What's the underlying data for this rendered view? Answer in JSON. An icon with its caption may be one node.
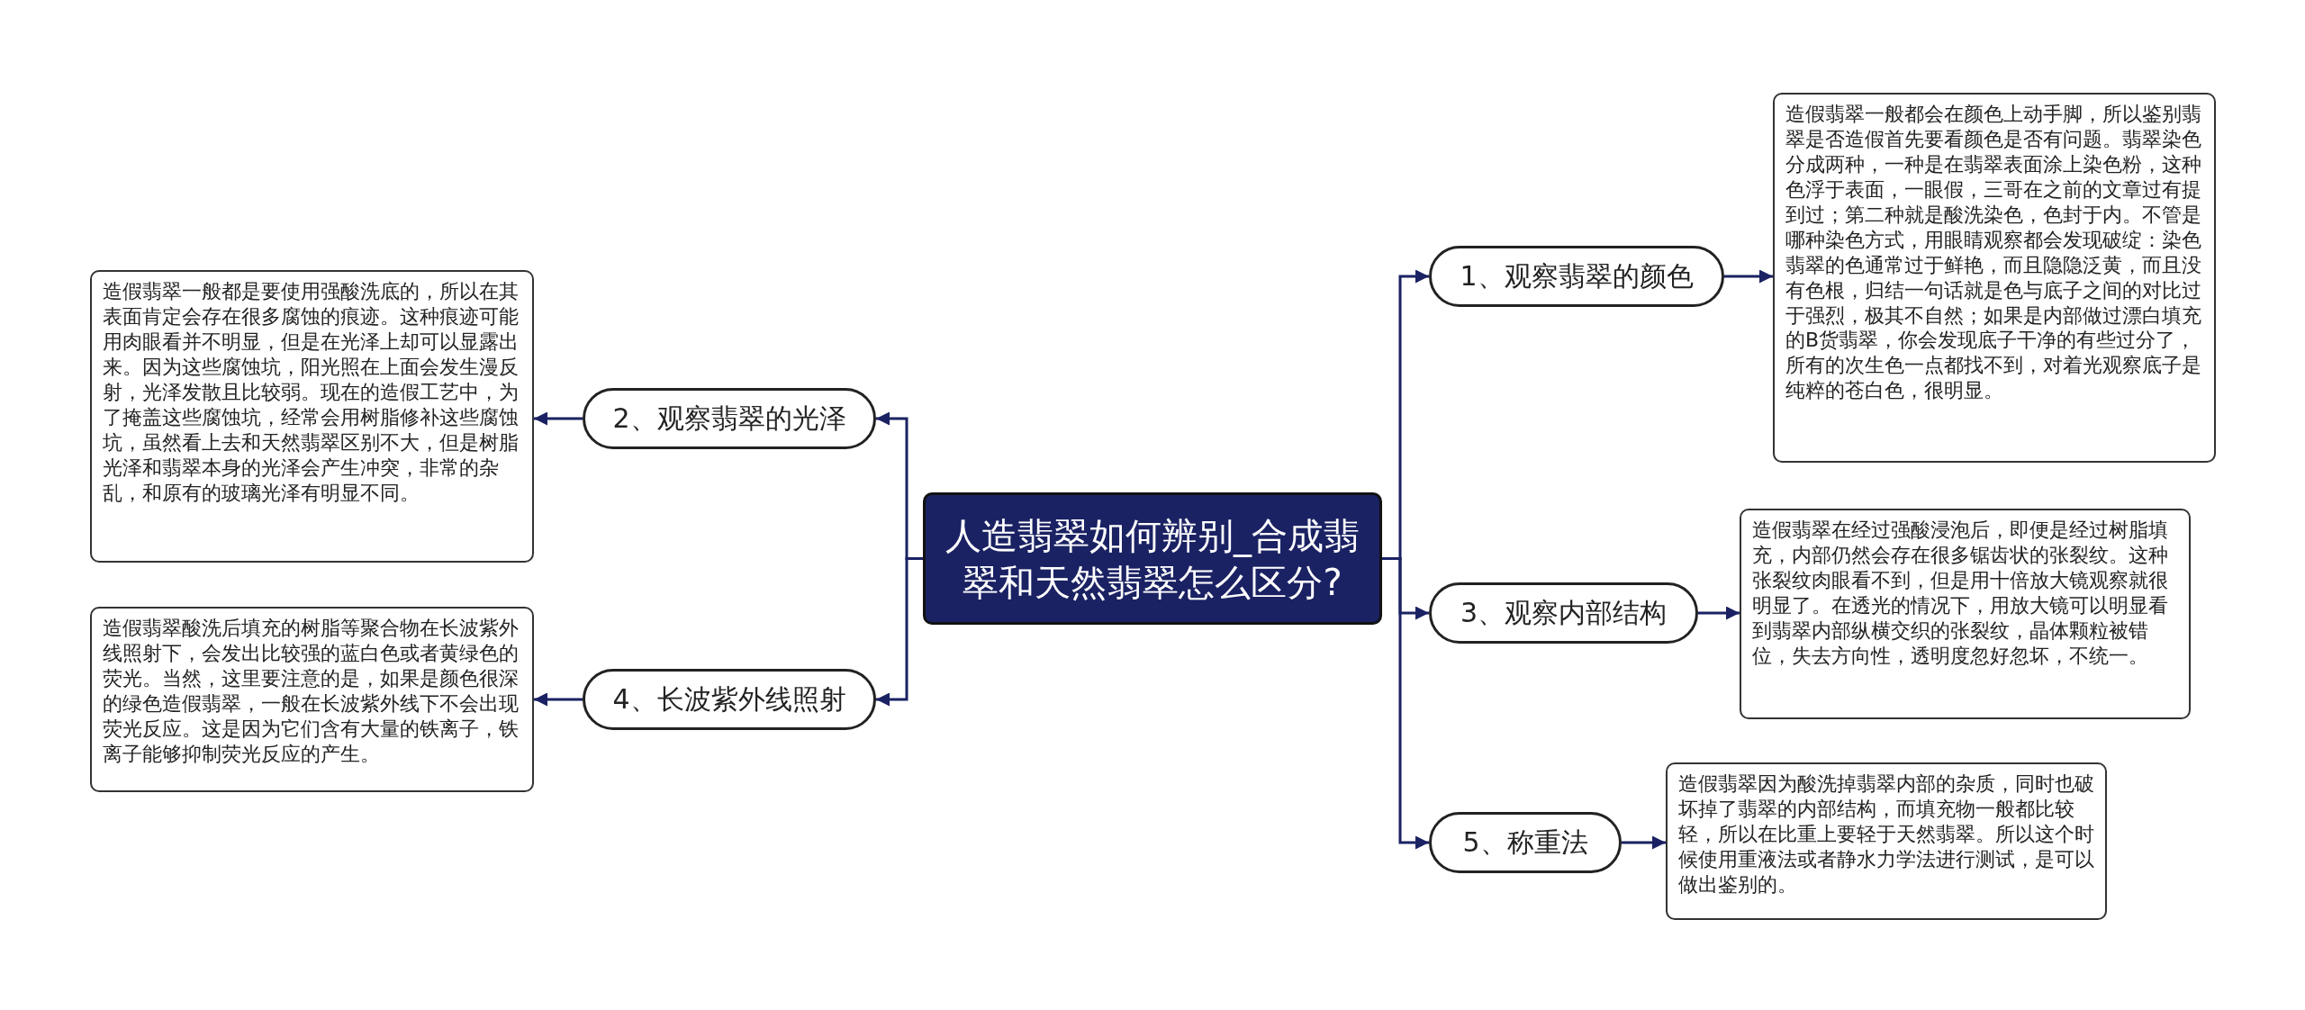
{
  "diagram": {
    "nodes": [
      {
        "text": [
          "人造翡翠如何辨别_合成翡翠和天然翡翠怎么区分?"
        ]
      },
      {
        "text": [
          "1、观察翡翠的颜色"
        ]
      },
      {
        "text": [
          "造假翡翠一般都会在颜色上动手脚，所以鉴别翡翠是否造假首先要看颜色是否有问题。翡翠染色分成两种，一种是在翡翠表面涂上染色粉，这种色浮于表面，一眼假，三哥在之前的文章过有提到过；第二种就是酸洗染色，色封于内。不管是哪种染色方式，用眼睛观察都会发现破绽：染色翡翠的色通常过于鲜艳，而且隐隐泛黄，而且没有色根，归结一句话就是色与底子之间的对比过于强烈，极其不自然；如果是内部做过漂白填充的B货翡翠，你会发现底子干净的有些过分了，所有的次生色一点都找不到，对着光观察底子是纯粹的苍白色，很明显。"
        ]
      },
      {
        "text": [
          "2、观察翡翠的光泽"
        ]
      },
      {
        "text": [
          "造假翡翠一般都是要使用强酸洗底的，所以在其表面肯定会存在很多腐蚀的痕迹。这种痕迹可能用肉眼看并不明显，但是在光泽上却可以显露出来。因为这些腐蚀坑，阳光照在上面会发生漫反射，光泽发散且比较弱。现在的造假工艺中，为了掩盖这些腐蚀坑，经常会用树脂修补这些腐蚀坑，虽然看上去和天然翡翠区别不大，但是树脂光泽和翡翠本身的光泽会产生冲突，非常的杂乱，和原有的玻璃光泽有明显不同。"
        ]
      },
      {
        "text": [
          "3、观察内部结构"
        ]
      },
      {
        "text": [
          "造假翡翠在经过强酸浸泡后，即便是经过树脂填充，内部仍然会存在很多锯齿状的张裂纹。这种张裂纹肉眼看不到，但是用十倍放大镜观察就很明显了。在透光的情况下，用放大镜可以明显看到翡翠内部纵横交织的张裂纹，晶体颗粒被错位，失去方向性，透明度忽好忽坏，不统一。"
        ]
      },
      {
        "text": [
          "4、长波紫外线照射"
        ]
      },
      {
        "text": [
          "造假翡翠酸洗后填充的树脂等聚合物在长波紫外线照射下，会发出比较强的蓝白色或者黄绿色的荧光。当然，这里要注意的是，如果是颜色很深的绿色造假翡翠，一般在长波紫外线下不会出现荧光反应。这是因为它们含有大量的铁离子，铁离子能够抑制荧光反应的产生。"
        ]
      },
      {
        "text": [
          "5、称重法"
        ]
      },
      {
        "text": [
          "造假翡翠因为酸洗掉翡翠内部的杂质，同时也破坏掉了翡翠的内部结构，而填充物一般都比较轻，所以在比重上要轻于天然翡翠。所以这个时候使用重液法或者静水力学法进行测试，是可以做出鉴别的。"
        ]
      }
    ],
    "edges": [
      {
        "from": 0,
        "to": 1,
        "arrow": "to"
      },
      {
        "from": 0,
        "to": 3,
        "arrow": "to"
      },
      {
        "from": 0,
        "to": 5,
        "arrow": "to"
      },
      {
        "from": 0,
        "to": 7,
        "arrow": "to"
      },
      {
        "from": 0,
        "to": 9,
        "arrow": "to"
      },
      {
        "from": 1,
        "to": 2,
        "arrow": "to"
      },
      {
        "from": 3,
        "to": 4,
        "arrow": "to"
      },
      {
        "from": 5,
        "to": 6,
        "arrow": "to"
      },
      {
        "from": 7,
        "to": 8,
        "arrow": "to"
      },
      {
        "from": 9,
        "to": 10,
        "arrow": "to"
      }
    ]
  }
}
